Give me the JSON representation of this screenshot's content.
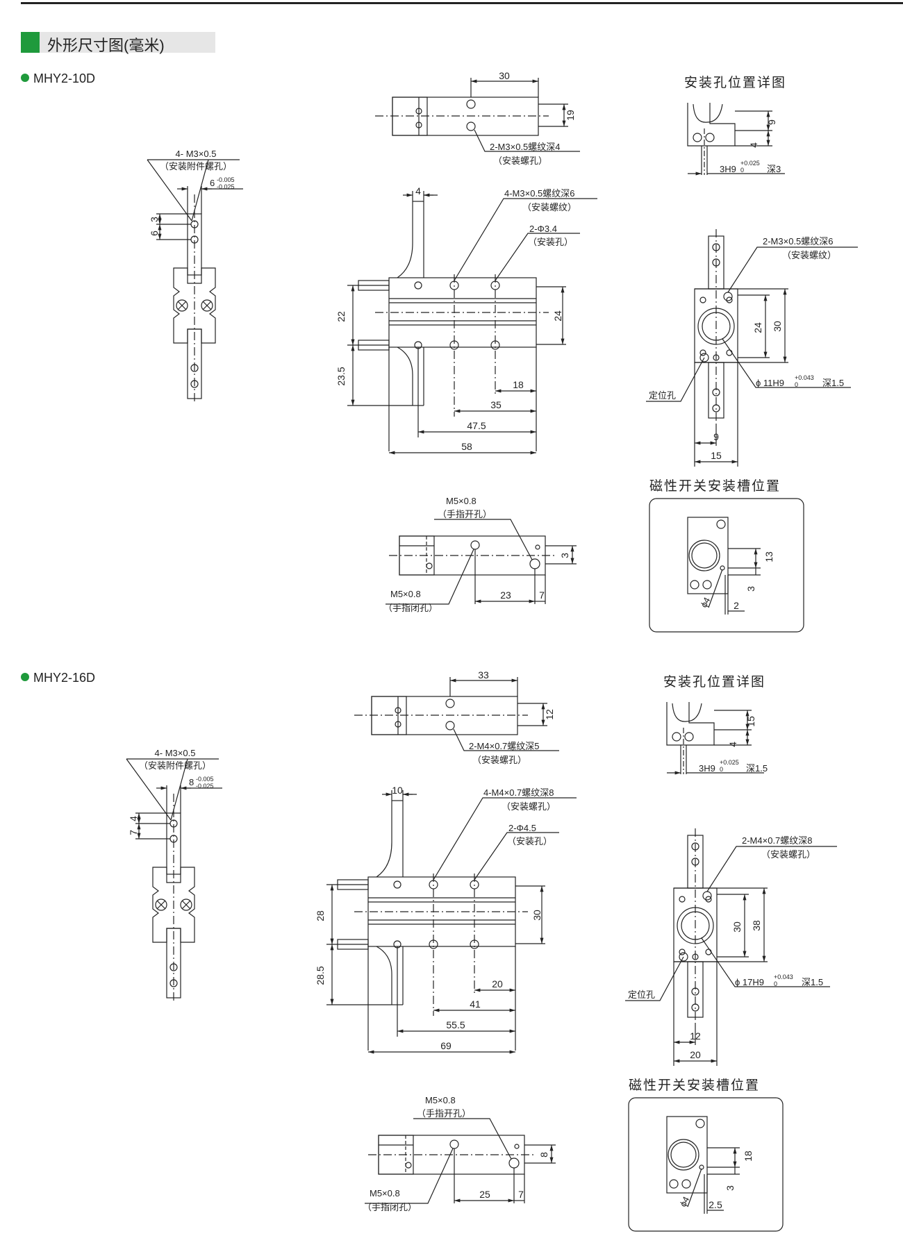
{
  "header": {
    "title": "外形尺寸图(毫米)",
    "accent": "#1f9a3c"
  },
  "models": [
    {
      "name": "MHY2-10D",
      "detail_title": "安装孔位置详图",
      "switch_title": "磁性开关安装槽位置",
      "callouts": {
        "top_screw": "2-M3×0.5螺纹深4",
        "top_screw_note": "（安装螺孔）",
        "attach_screw": "4- M3×0.5",
        "attach_screw_note": "（安装附件螺孔）",
        "attach_tol": "6",
        "tol_upper": "-0.005",
        "tol_lower": "-0.025",
        "front_screw": "4-M3×0.5螺纹深6",
        "front_screw_note": "（安装螺纹）",
        "front_hole": "2-Φ3.4",
        "front_hole_note": "（安装孔）",
        "side_screw": "2-M3×0.5螺纹深6",
        "side_screw_note": "（安装螺纹）",
        "bore": "ϕ 11H9",
        "bore_tol_up": "+0.043",
        "bore_tol_low": "0",
        "bore_depth": "深1.5",
        "locating": "定位孔",
        "pin": "3H9",
        "pin_tol_up": "+0.025",
        "pin_tol_low": "0",
        "pin_depth": "深3",
        "open_port": "M5×0.8",
        "open_note": "（手指开孔）",
        "close_port": "M5×0.8",
        "close_note": "（手指闭孔）",
        "slot_dia": "ϕ4"
      },
      "dims": {
        "top_len": "30",
        "top_h": "19",
        "side_3": "3",
        "side_6": "6",
        "f_4": "4",
        "f_22": "22",
        "f_23_5": "23.5",
        "f_24": "24",
        "f_18": "18",
        "f_35": "35",
        "f_47_5": "47.5",
        "f_58": "58",
        "d_9": "9",
        "d_4": "4",
        "s_24": "24",
        "s_30": "30",
        "s_9": "9",
        "s_15": "15",
        "p_3": "3",
        "p_23": "23",
        "p_7": "7",
        "m_13": "13",
        "m_3": "3",
        "m_2": "2"
      }
    },
    {
      "name": "MHY2-16D",
      "detail_title": "安装孔位置详图",
      "switch_title": "磁性开关安装槽位置",
      "callouts": {
        "top_screw": "2-M4×0.7螺纹深5",
        "top_screw_note": "（安装螺孔）",
        "attach_screw": "4- M3×0.5",
        "attach_screw_note": "（安装附件螺孔）",
        "attach_tol": "8",
        "tol_upper": "-0.005",
        "tol_lower": "-0.025",
        "front_screw": "4-M4×0.7螺纹深8",
        "front_screw_note": "（安装螺孔）",
        "front_hole": "2-Φ4.5",
        "front_hole_note": "（安装孔）",
        "side_screw": "2-M4×0.7螺纹深8",
        "side_screw_note": "（安装螺孔）",
        "bore": "ϕ 17H9",
        "bore_tol_up": "+0.043",
        "bore_tol_low": "0",
        "bore_depth": "深1.5",
        "locating": "定位孔",
        "pin": "3H9",
        "pin_tol_up": "+0.025",
        "pin_tol_low": "0",
        "pin_depth": "深1.5",
        "open_port": "M5×0.8",
        "open_note": "（手指开孔）",
        "close_port": "M5×0.8",
        "close_note": "（手指闭孔）",
        "slot_dia": "ϕ4"
      },
      "dims": {
        "top_len": "33",
        "top_h": "12",
        "side_3": "4",
        "side_6": "7",
        "f_4": "10",
        "f_22": "28",
        "f_23_5": "28.5",
        "f_24": "30",
        "f_18": "20",
        "f_35": "41",
        "f_47_5": "55.5",
        "f_58": "69",
        "d_9": "15",
        "d_4": "4",
        "s_24": "30",
        "s_30": "38",
        "s_9": "12",
        "s_15": "20",
        "p_3": "8",
        "p_23": "25",
        "p_7": "7",
        "m_13": "18",
        "m_3": "3",
        "m_2": "2.5"
      }
    }
  ]
}
